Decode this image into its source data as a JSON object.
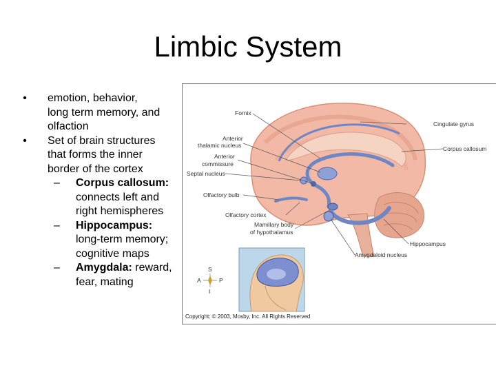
{
  "title": "Limbic System",
  "bullets": [
    {
      "marker": "•",
      "lines": [
        "emotion, behavior,",
        "long term memory, and",
        "olfaction"
      ]
    },
    {
      "marker": "•",
      "lines": [
        "Set of brain structures",
        "that forms the inner",
        "border of the cortex"
      ]
    }
  ],
  "sub_bullets": [
    {
      "dash": "–",
      "term": "Corpus callosum:",
      "lines": [
        "connects left and",
        "right hemispheres"
      ]
    },
    {
      "dash": "–",
      "term": "Hippocampus:",
      "lines": [
        "long-term memory;",
        "cognitive maps"
      ]
    },
    {
      "dash": "–",
      "term": "Amygdala:",
      "rest": " reward,",
      "lines": [
        "fear, mating"
      ]
    }
  ],
  "figure": {
    "labels": {
      "fornix": "Fornix",
      "cingulate_gyrus": "Cingulate gyrus",
      "anterior_thalamic_1": "Anterior",
      "anterior_thalamic_2": "thalamic nucleus",
      "anterior_commissure_1": "Anterior",
      "anterior_commissure_2": "commissure",
      "corpus_callosum": "Corpus callosum",
      "septal_nucleus": "Septal nucleus",
      "olfactory_bulb": "Olfactory bulb",
      "olfactory_cortex": "Olfactory cortex",
      "mamillary_1": "Mamillary body",
      "mamillary_2": "of hypothalamus",
      "hippocampus": "Hippocampus",
      "amygdaloid": "Amygdaloid nucleus"
    },
    "compass": {
      "s": "S",
      "a": "A",
      "p": "P",
      "i": "I"
    },
    "copyright": "Copyright: © 2003, Mosby, Inc. All Rights Reserved",
    "colors": {
      "cortex": "#f2b9a6",
      "limbic": "#6f86c4",
      "cerebellum": "#e6a58f",
      "skin": "#f0c9a0"
    }
  }
}
